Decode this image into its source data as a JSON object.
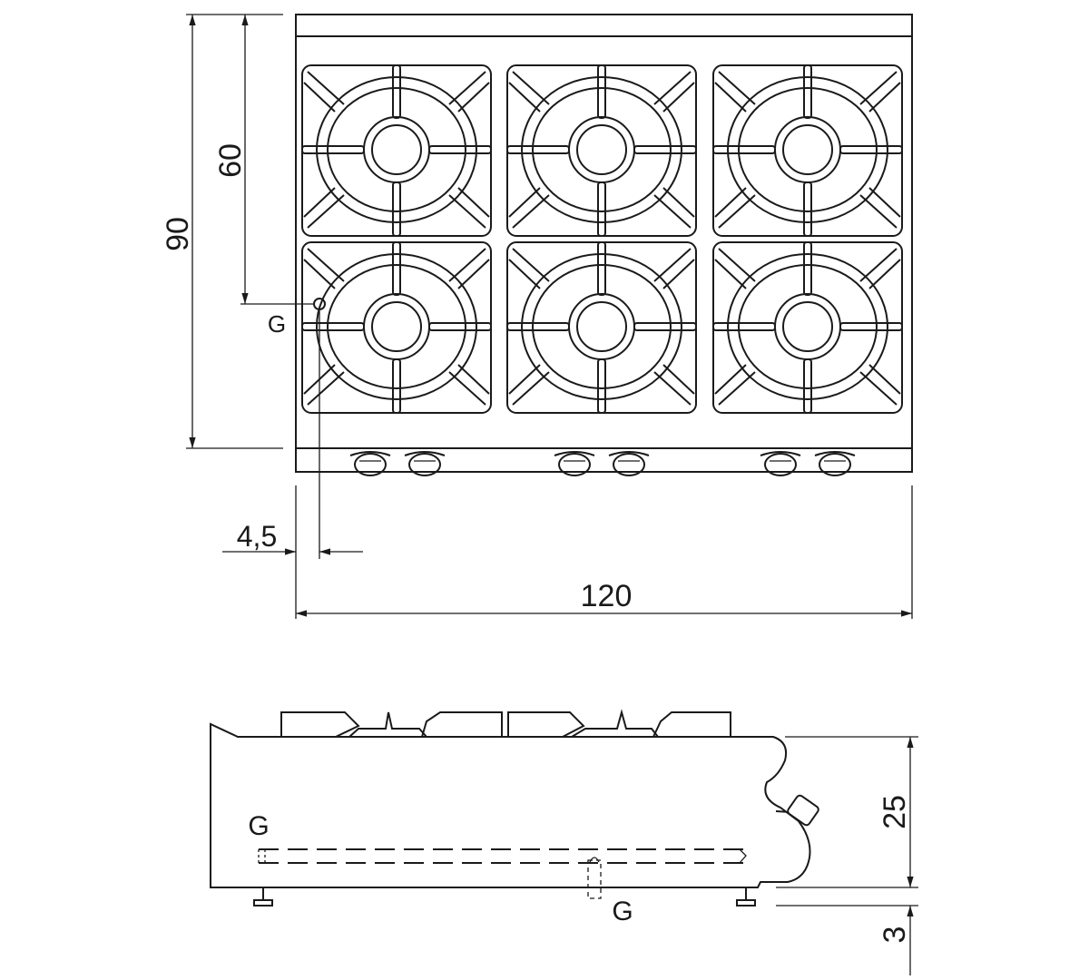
{
  "top_view": {
    "dim_depth": "90",
    "dim_gas_position": "60",
    "gas_label": "G",
    "dim_gas_offset": "4,5",
    "dim_width": "120",
    "burner_count": 6,
    "knob_count": 6
  },
  "side_view": {
    "gas_label_left": "G",
    "gas_label_bottom": "G",
    "dim_height": "25",
    "dim_feet": "3"
  }
}
